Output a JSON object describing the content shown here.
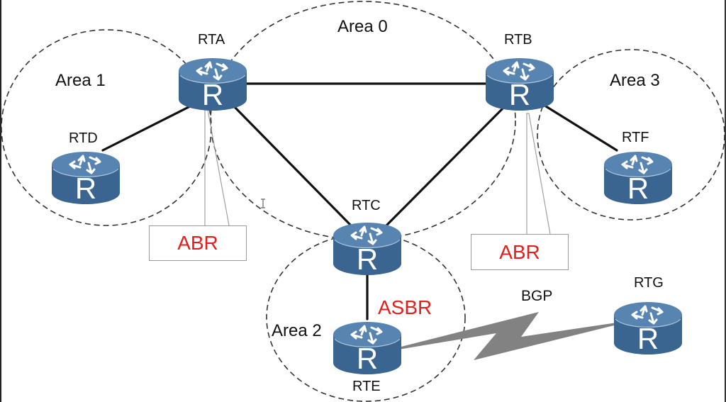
{
  "areas": [
    {
      "id": "area0",
      "label": "Area 0"
    },
    {
      "id": "area1",
      "label": "Area 1"
    },
    {
      "id": "area2",
      "label": "Area 2"
    },
    {
      "id": "area3",
      "label": "Area 3"
    }
  ],
  "routers": [
    {
      "id": "rta",
      "name": "RTA",
      "icon_letter": "R"
    },
    {
      "id": "rtb",
      "name": "RTB",
      "icon_letter": "R"
    },
    {
      "id": "rtc",
      "name": "RTC",
      "icon_letter": "R"
    },
    {
      "id": "rtd",
      "name": "RTD",
      "icon_letter": "R"
    },
    {
      "id": "rte",
      "name": "RTE",
      "icon_letter": "R"
    },
    {
      "id": "rtf",
      "name": "RTF",
      "icon_letter": "R"
    },
    {
      "id": "rtg",
      "name": "RTG",
      "icon_letter": "R"
    }
  ],
  "links": [
    {
      "from": "RTA",
      "to": "RTB",
      "type": "ethernet"
    },
    {
      "from": "RTA",
      "to": "RTC",
      "type": "ethernet"
    },
    {
      "from": "RTB",
      "to": "RTC",
      "type": "ethernet"
    },
    {
      "from": "RTA",
      "to": "RTD",
      "type": "ethernet"
    },
    {
      "from": "RTB",
      "to": "RTF",
      "type": "ethernet"
    },
    {
      "from": "RTC",
      "to": "RTE",
      "type": "ethernet"
    },
    {
      "from": "RTE",
      "to": "RTG",
      "type": "serial"
    }
  ],
  "callouts": {
    "abr_left": "ABR",
    "abr_right": "ABR",
    "asbr": "ASBR"
  },
  "protocol_label": "BGP",
  "colors": {
    "router_body": "#3e6a96",
    "router_top": "#5a86b3",
    "callout_text": "#e0201c",
    "link": "#111111",
    "serial_link": "#808080",
    "area_border": "#333333"
  }
}
